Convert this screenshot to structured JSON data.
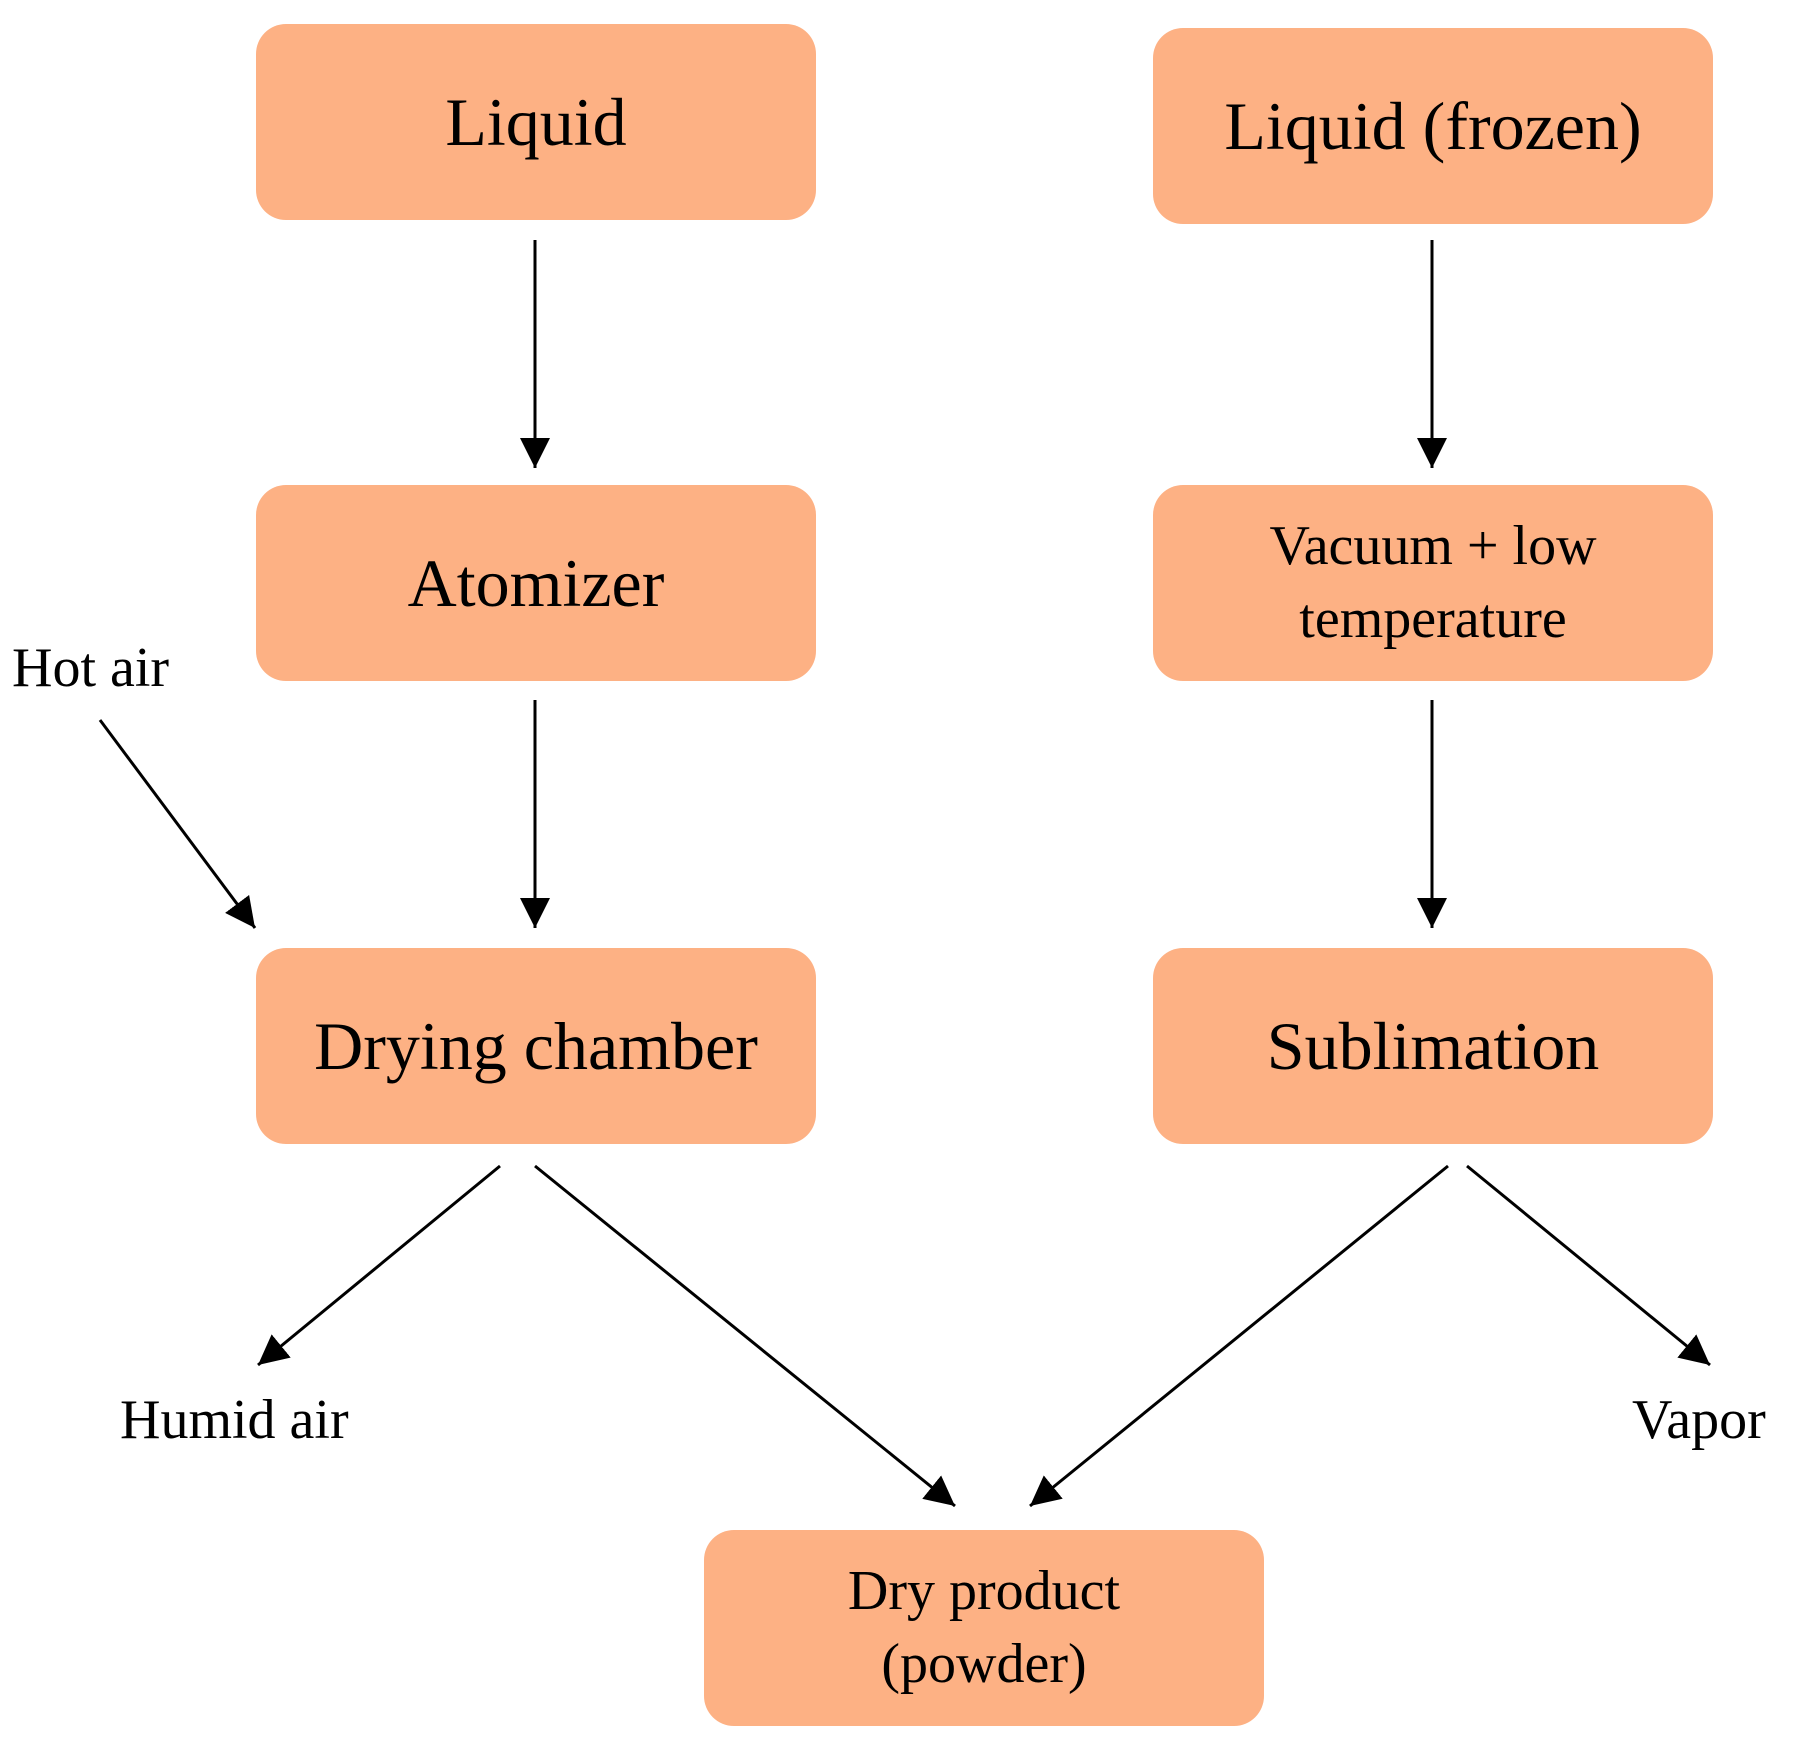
{
  "colors": {
    "box_fill": "#fdb184",
    "text": "#000000",
    "arrow": "#000000",
    "background": "#ffffff"
  },
  "nodes": {
    "liquid": "Liquid",
    "atomizer": "Atomizer",
    "drying_chamber": "Drying chamber",
    "liquid_frozen": "Liquid (frozen)",
    "vacuum_line1": "Vacuum + low",
    "vacuum_line2": "temperature",
    "sublimation": "Sublimation",
    "dry_product_line1": "Dry product",
    "dry_product_line2": "(powder)"
  },
  "labels": {
    "hot_air": "Hot air",
    "humid_air": "Humid air",
    "vapor": "Vapor"
  },
  "edges": [
    {
      "from": "Liquid",
      "to": "Atomizer"
    },
    {
      "from": "Atomizer",
      "to": "Drying chamber"
    },
    {
      "from": "Hot air",
      "to": "Drying chamber"
    },
    {
      "from": "Drying chamber",
      "to": "Humid air"
    },
    {
      "from": "Drying chamber",
      "to": "Dry product (powder)"
    },
    {
      "from": "Liquid (frozen)",
      "to": "Vacuum + low temperature"
    },
    {
      "from": "Vacuum + low temperature",
      "to": "Sublimation"
    },
    {
      "from": "Sublimation",
      "to": "Dry product (powder)"
    },
    {
      "from": "Sublimation",
      "to": "Vapor"
    }
  ]
}
